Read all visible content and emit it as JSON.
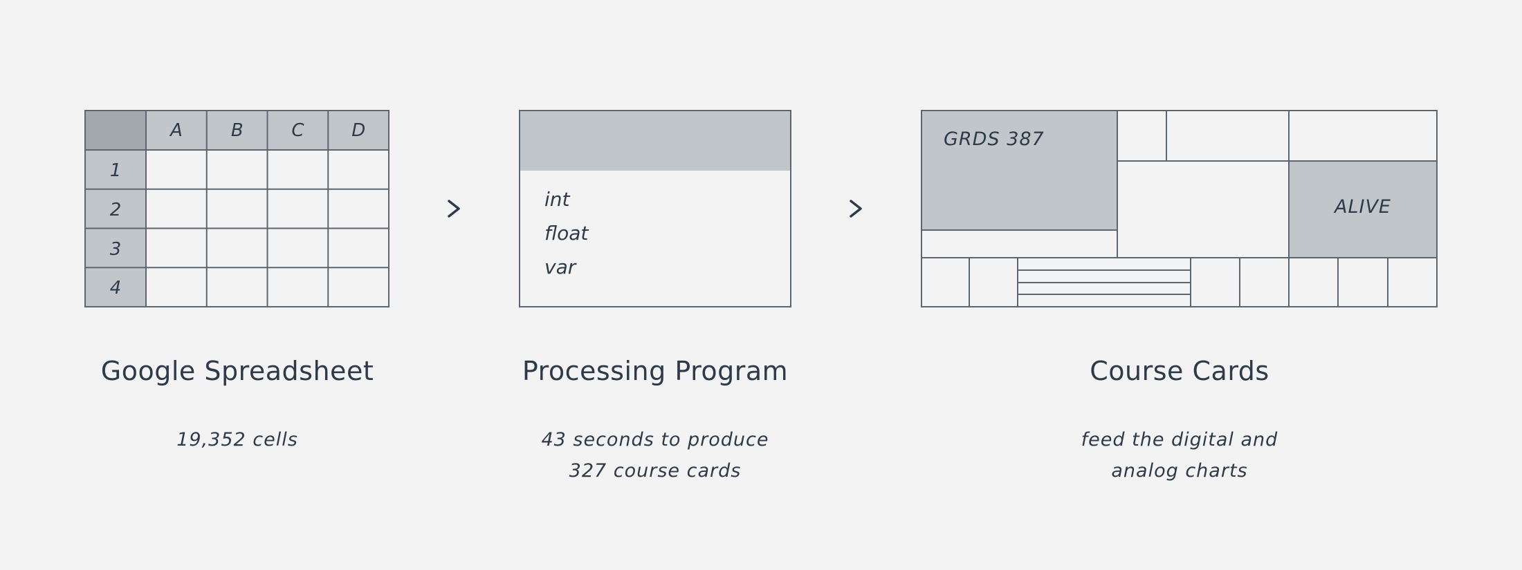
{
  "colors": {
    "background": "#f3f3f3",
    "stroke": "#5c6670",
    "fill_light": "#c1c6ca",
    "fill_dark": "#a2a8ae",
    "text": "#2c3a4a"
  },
  "spreadsheet": {
    "columns": [
      "A",
      "B",
      "C",
      "D"
    ],
    "rows": [
      "1",
      "2",
      "3",
      "4"
    ],
    "title": "Google Spreadsheet",
    "description": [
      "19,352 cells"
    ]
  },
  "arrows": [
    ">",
    ">"
  ],
  "program": {
    "types": [
      "int",
      "float",
      "var"
    ],
    "title": "Processing Program",
    "description": [
      "43 seconds to produce",
      "327 course cards"
    ]
  },
  "cards": {
    "course_code": "GRDS 387",
    "status_label": "ALIVE",
    "title": "Course Cards",
    "description": [
      "feed the digital and",
      "analog charts"
    ]
  }
}
